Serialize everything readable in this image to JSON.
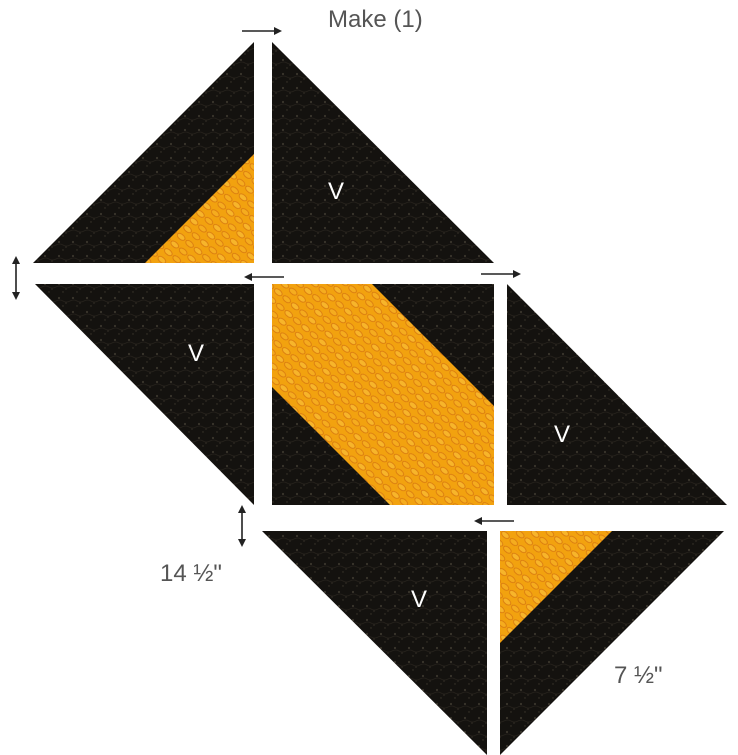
{
  "title": "Make (1)",
  "piece_letter": "V",
  "dimensions": {
    "block": "14 ½\"",
    "unit": "7 ½\""
  },
  "colors": {
    "dark_fabric": "#14120f",
    "gold_fabric": "#f2a20f",
    "gold_texture": "#d97a10",
    "arrow": "#222222"
  }
}
